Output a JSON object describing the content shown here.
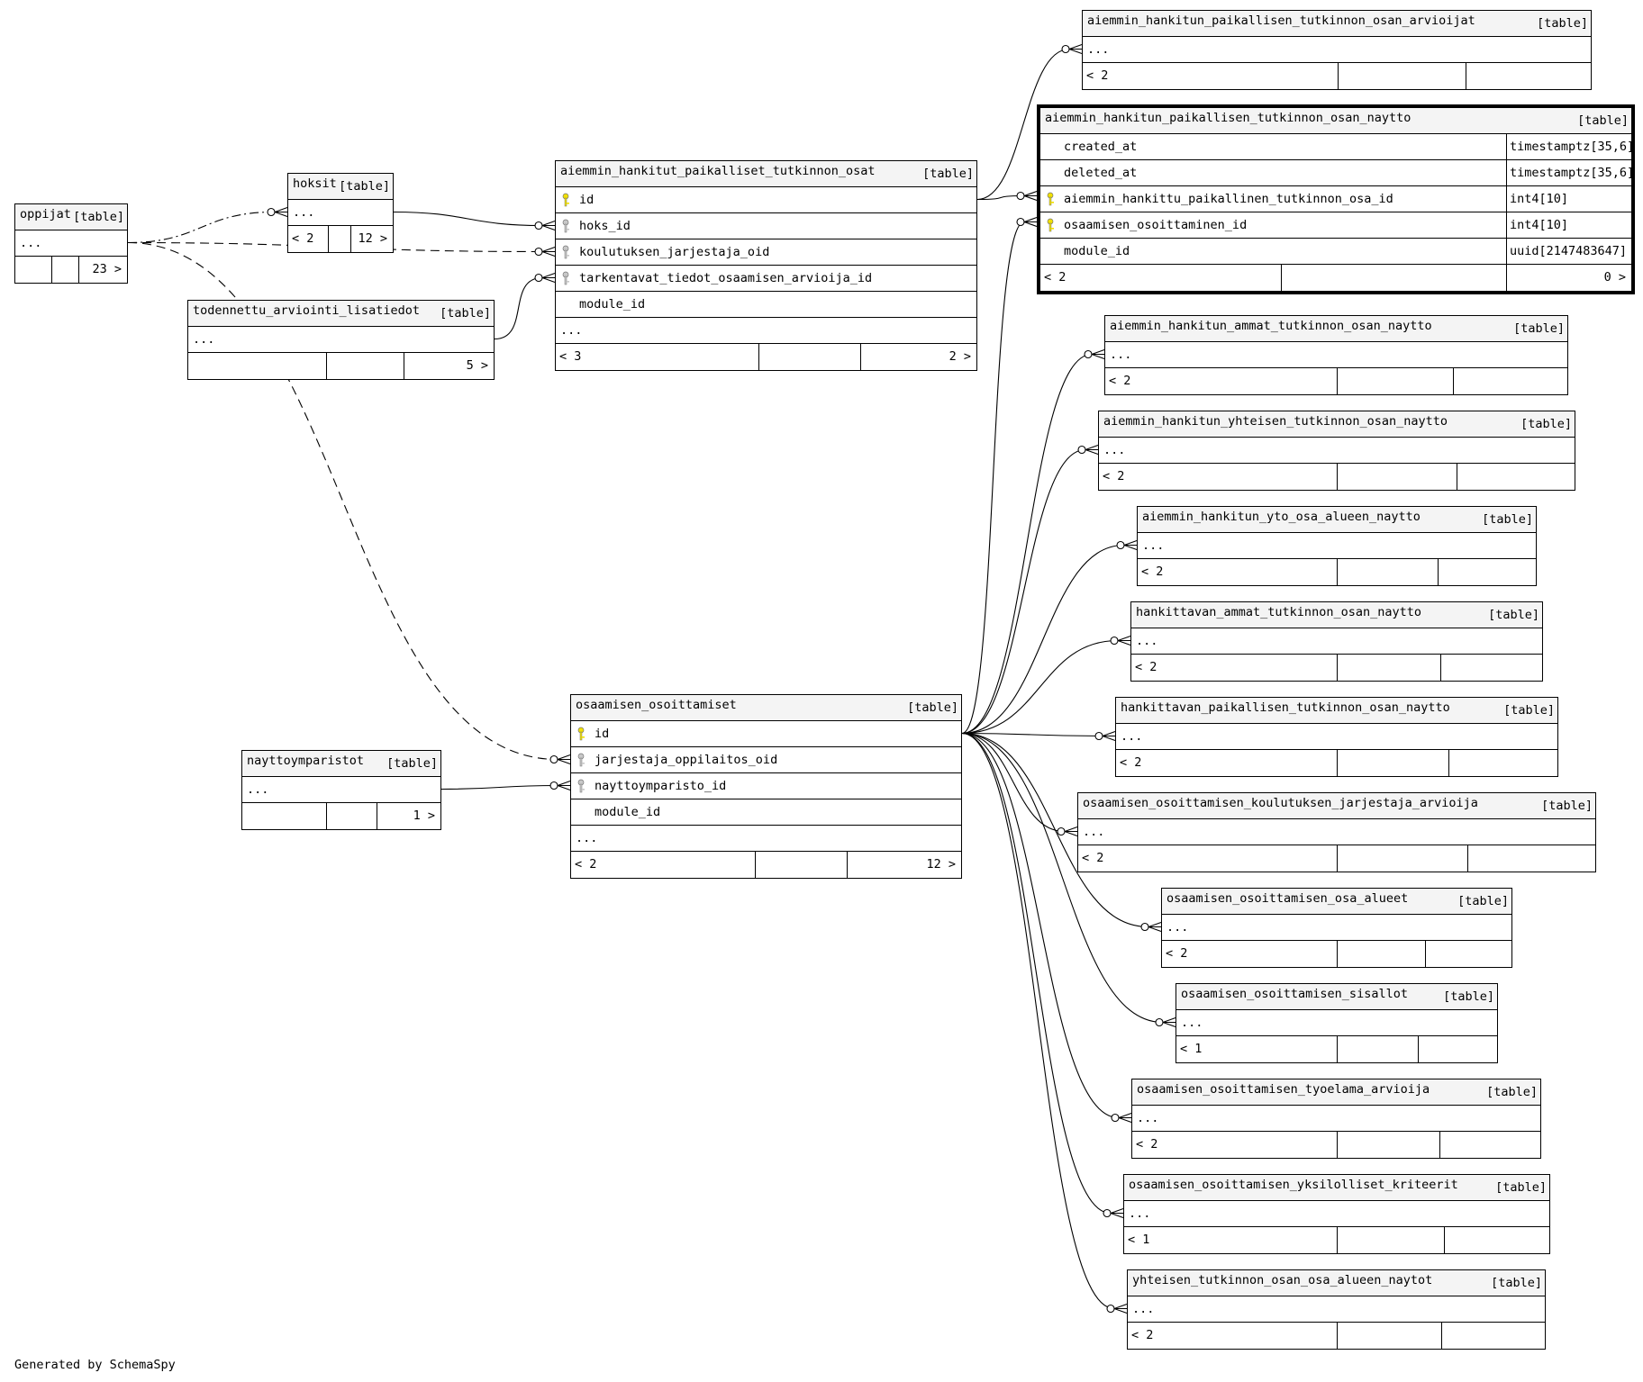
{
  "credit": "Generated by SchemaSpy",
  "tag": "[table]",
  "ellipsis": "...",
  "tables": [
    {
      "id": "oppijat",
      "name": "oppijat",
      "columns": [],
      "ellipsis": true,
      "footer": {
        "left": "",
        "right": "23 >"
      }
    },
    {
      "id": "hoksit",
      "name": "hoksit",
      "columns": [],
      "ellipsis": true,
      "footer": {
        "left": "< 2",
        "right": "12 >"
      }
    },
    {
      "id": "todennettu",
      "name": "todennettu_arviointi_lisatiedot",
      "columns": [],
      "ellipsis": true,
      "footer": {
        "left": "",
        "right": "5 >"
      }
    },
    {
      "id": "ahpto",
      "name": "aiemmin_hankitut_paikalliset_tutkinnon_osat",
      "columns": [
        {
          "name": "id",
          "key": "primary"
        },
        {
          "name": "hoks_id",
          "key": "foreign"
        },
        {
          "name": "koulutuksen_jarjestaja_oid",
          "key": "foreign"
        },
        {
          "name": "tarkentavat_tiedot_osaamisen_arvioija_id",
          "key": "foreign"
        },
        {
          "name": "module_id",
          "key": ""
        }
      ],
      "ellipsis": true,
      "footer": {
        "left": "< 3",
        "right": "2 >"
      }
    },
    {
      "id": "nayttoymparistot",
      "name": "nayttoymparistot",
      "columns": [],
      "ellipsis": true,
      "footer": {
        "left": "",
        "right": "1 >"
      }
    },
    {
      "id": "oo",
      "name": "osaamisen_osoittamiset",
      "columns": [
        {
          "name": "id",
          "key": "primary"
        },
        {
          "name": "jarjestaja_oppilaitos_oid",
          "key": "foreign"
        },
        {
          "name": "nayttoymparisto_id",
          "key": "foreign"
        },
        {
          "name": "module_id",
          "key": ""
        }
      ],
      "ellipsis": true,
      "footer": {
        "left": "< 2",
        "right": "12 >"
      }
    },
    {
      "id": "arvioijat",
      "name": "aiemmin_hankitun_paikallisen_tutkinnon_osan_arvioijat",
      "columns": [],
      "ellipsis": true,
      "footer": {
        "left": "< 2",
        "right": ""
      }
    },
    {
      "id": "focus",
      "name": "aiemmin_hankitun_paikallisen_tutkinnon_osan_naytto",
      "columns": [
        {
          "name": "created_at",
          "key": "",
          "type": "timestamptz[35,6]"
        },
        {
          "name": "deleted_at",
          "key": "",
          "type": "timestamptz[35,6]"
        },
        {
          "name": "aiemmin_hankittu_paikallinen_tutkinnon_osa_id",
          "key": "primary",
          "type": "int4[10]"
        },
        {
          "name": "osaamisen_osoittaminen_id",
          "key": "primary",
          "type": "int4[10]"
        },
        {
          "name": "module_id",
          "key": "",
          "type": "uuid[2147483647]"
        }
      ],
      "ellipsis": false,
      "footer": {
        "left": "< 2",
        "right": "0 >"
      }
    },
    {
      "id": "r1",
      "name": "aiemmin_hankitun_ammat_tutkinnon_osan_naytto",
      "columns": [],
      "ellipsis": true,
      "footer": {
        "left": "< 2",
        "right": ""
      }
    },
    {
      "id": "r2",
      "name": "aiemmin_hankitun_yhteisen_tutkinnon_osan_naytto",
      "columns": [],
      "ellipsis": true,
      "footer": {
        "left": "< 2",
        "right": ""
      }
    },
    {
      "id": "r3",
      "name": "aiemmin_hankitun_yto_osa_alueen_naytto",
      "columns": [],
      "ellipsis": true,
      "footer": {
        "left": "< 2",
        "right": ""
      }
    },
    {
      "id": "r4",
      "name": "hankittavan_ammat_tutkinnon_osan_naytto",
      "columns": [],
      "ellipsis": true,
      "footer": {
        "left": "< 2",
        "right": ""
      }
    },
    {
      "id": "r5",
      "name": "hankittavan_paikallisen_tutkinnon_osan_naytto",
      "columns": [],
      "ellipsis": true,
      "footer": {
        "left": "< 2",
        "right": ""
      }
    },
    {
      "id": "r6",
      "name": "osaamisen_osoittamisen_koulutuksen_jarjestaja_arvioija",
      "columns": [],
      "ellipsis": true,
      "footer": {
        "left": "< 2",
        "right": ""
      }
    },
    {
      "id": "r7",
      "name": "osaamisen_osoittamisen_osa_alueet",
      "columns": [],
      "ellipsis": true,
      "footer": {
        "left": "< 2",
        "right": ""
      }
    },
    {
      "id": "r8",
      "name": "osaamisen_osoittamisen_sisallot",
      "columns": [],
      "ellipsis": true,
      "footer": {
        "left": "< 1",
        "right": ""
      }
    },
    {
      "id": "r9",
      "name": "osaamisen_osoittamisen_tyoelama_arvioija",
      "columns": [],
      "ellipsis": true,
      "footer": {
        "left": "< 2",
        "right": ""
      }
    },
    {
      "id": "r10",
      "name": "osaamisen_osoittamisen_yksilolliset_kriteerit",
      "columns": [],
      "ellipsis": true,
      "footer": {
        "left": "< 1",
        "right": ""
      }
    },
    {
      "id": "r11",
      "name": "yhteisen_tutkinnon_osan_osa_alueen_naytot",
      "columns": [],
      "ellipsis": true,
      "footer": {
        "left": "< 2",
        "right": ""
      }
    }
  ],
  "relationships": [
    {
      "from": "oppijat",
      "to": "hoksit",
      "style": "dashdot"
    },
    {
      "from": "oppijat",
      "to": "ahpto",
      "style": "dashed"
    },
    {
      "from": "oppijat",
      "to": "oo",
      "style": "dashed"
    },
    {
      "from": "hoksit",
      "to": "ahpto",
      "style": "solid"
    },
    {
      "from": "todennettu",
      "to": "ahpto",
      "style": "solid"
    },
    {
      "from": "ahpto",
      "to": "arvioijat",
      "style": "solid"
    },
    {
      "from": "ahpto",
      "to": "focus",
      "style": "solid"
    },
    {
      "from": "oo",
      "to": "focus",
      "style": "solid"
    },
    {
      "from": "nayttoymparistot",
      "to": "oo",
      "style": "solid"
    },
    {
      "from": "oo",
      "to": "r1",
      "style": "solid"
    },
    {
      "from": "oo",
      "to": "r2",
      "style": "solid"
    },
    {
      "from": "oo",
      "to": "r3",
      "style": "solid"
    },
    {
      "from": "oo",
      "to": "r4",
      "style": "solid"
    },
    {
      "from": "oo",
      "to": "r5",
      "style": "solid"
    },
    {
      "from": "oo",
      "to": "r6",
      "style": "solid"
    },
    {
      "from": "oo",
      "to": "r7",
      "style": "solid"
    },
    {
      "from": "oo",
      "to": "r8",
      "style": "solid"
    },
    {
      "from": "oo",
      "to": "r9",
      "style": "solid"
    },
    {
      "from": "oo",
      "to": "r10",
      "style": "solid"
    },
    {
      "from": "oo",
      "to": "r11",
      "style": "solid"
    }
  ]
}
